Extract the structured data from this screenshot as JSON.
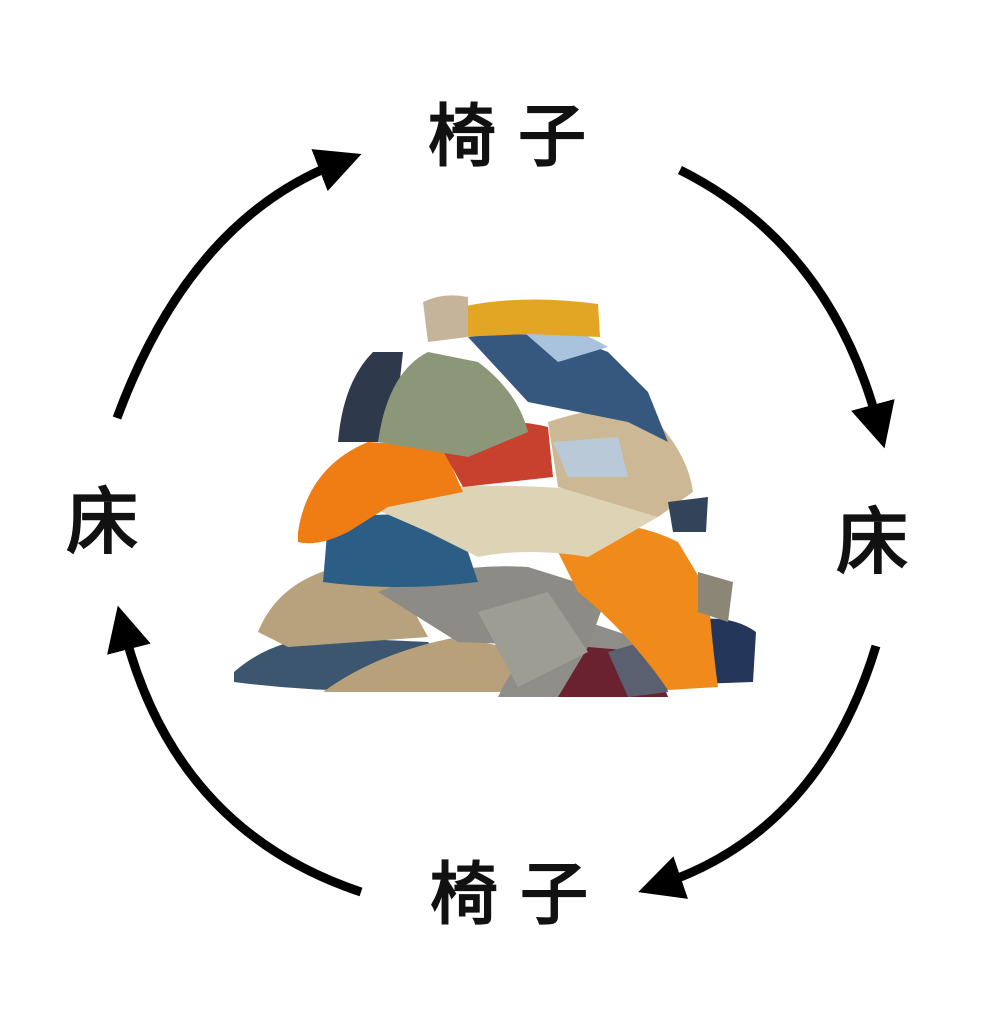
{
  "diagram": {
    "type": "cycle",
    "direction": "clockwise",
    "nodes": [
      {
        "id": "top",
        "label": "椅子",
        "position": "top"
      },
      {
        "id": "right",
        "label": "床",
        "position": "right"
      },
      {
        "id": "bottom",
        "label": "椅子",
        "position": "bottom"
      },
      {
        "id": "left",
        "label": "床",
        "position": "left"
      }
    ],
    "edges": [
      {
        "from": "left",
        "to": "top"
      },
      {
        "from": "top",
        "to": "right"
      },
      {
        "from": "right",
        "to": "bottom"
      },
      {
        "from": "bottom",
        "to": "left"
      }
    ],
    "center_image": "pile-of-clothes",
    "colors": {
      "arrow": "#000000",
      "text": "#111111",
      "background": "#ffffff",
      "orange": "#f07c14",
      "navy": "#2c4660",
      "blue": "#2f5f86",
      "khaki": "#b9a27c",
      "beige": "#ddd3b6",
      "gray": "#8d8c86",
      "olive": "#8c957a",
      "red": "#c8402e",
      "mustard": "#e0a21e",
      "lightblue": "#9fbcd6"
    }
  }
}
